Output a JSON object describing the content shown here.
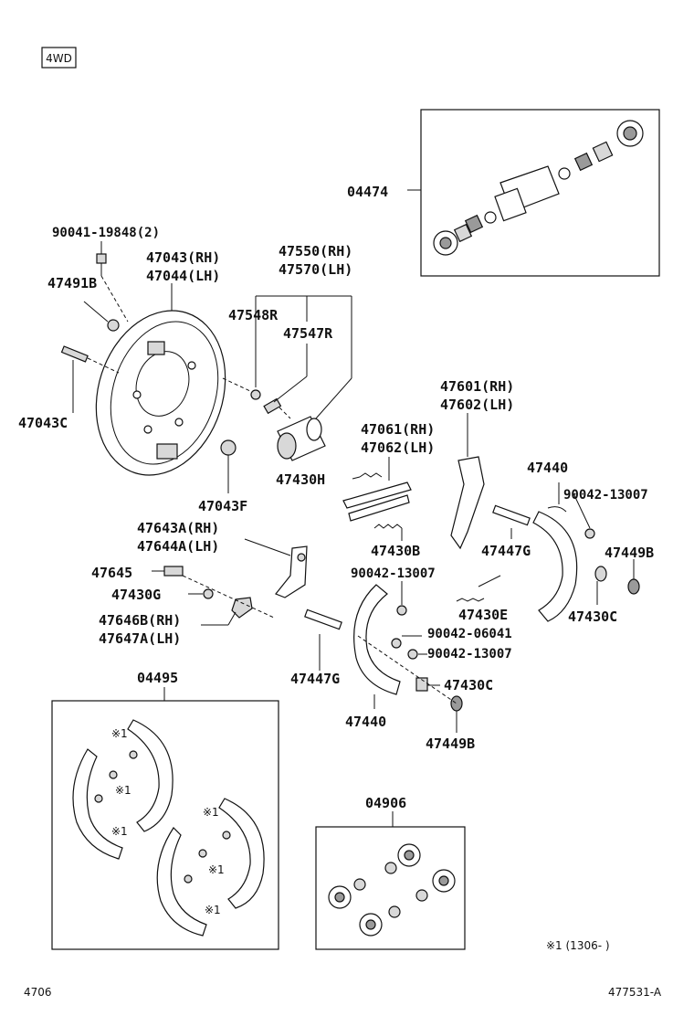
{
  "badge": "4WD",
  "labels": {
    "l04474": "04474",
    "l90041": "90041-19848(2)",
    "l47043": "47043(RH)",
    "l47044": "47044(LH)",
    "l47550": "47550(RH)",
    "l47570": "47570(LH)",
    "l47491B": "47491B",
    "l47548R": "47548R",
    "l47547R": "47547R",
    "l47043C": "47043C",
    "l47601": "47601(RH)",
    "l47602": "47602(LH)",
    "l47061": "47061(RH)",
    "l47062": "47062(LH)",
    "l47440a": "47440",
    "l47430H": "47430H",
    "l90042a": "90042-13007",
    "l47043F": "47043F",
    "l47643A": "47643A(RH)",
    "l47644A": "47644A(LH)",
    "l47430B": "47430B",
    "l47447Ga": "47447G",
    "l47449Ba": "47449B",
    "l47645": "47645",
    "l90042b": "90042-13007",
    "l47430G": "47430G",
    "l47430E": "47430E",
    "l47430Ca": "47430C",
    "l47646B": "47646B(RH)",
    "l47647A": "47647A(LH)",
    "l90042c": "90042-06041",
    "l90042d": "90042-13007",
    "l04495": "04495",
    "l47447Gb": "47447G",
    "l47430Cb": "47430C",
    "l47440b": "47440",
    "l47449Bb": "47449B",
    "l04906": "04906",
    "mark1": "※1",
    "footnote": "※1 (1306-    )",
    "page_num": "4706",
    "fig_num": "477531-A"
  }
}
